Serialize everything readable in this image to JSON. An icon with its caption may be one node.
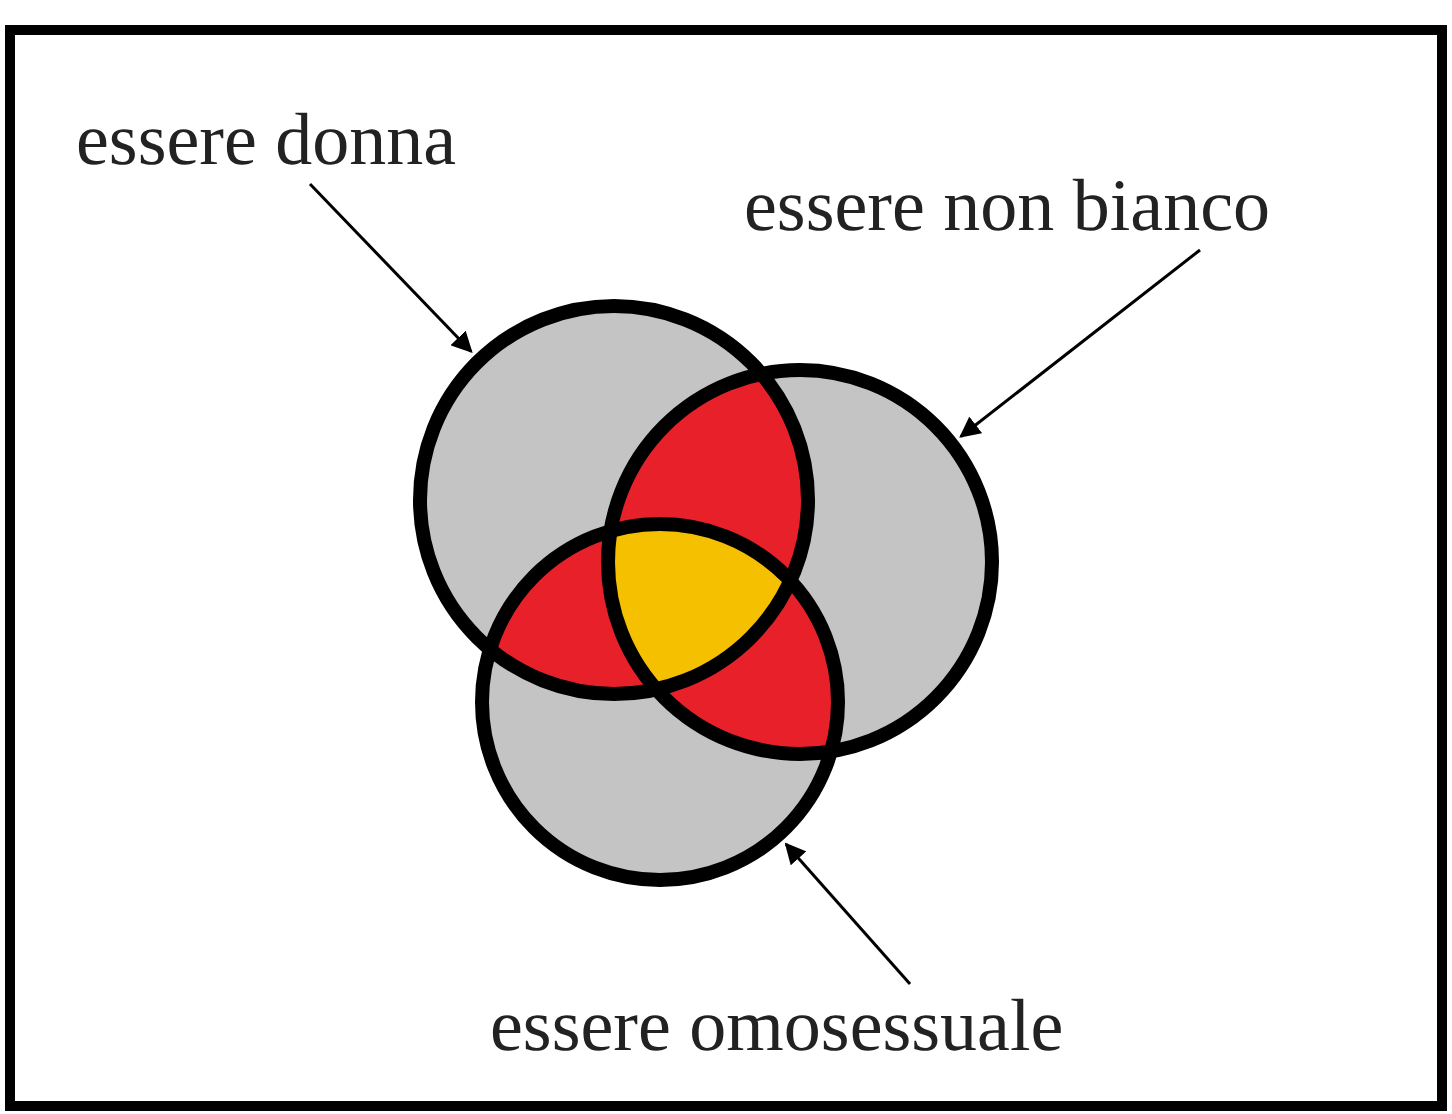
{
  "diagram": {
    "nodes": [
      {
        "text": [
          "essere donna"
        ]
      },
      {
        "text": [
          "essere non bianco"
        ]
      },
      {
        "text": [
          "essere omosessuale"
        ]
      },
      {
        "text": [],
        "shape": "circle"
      },
      {
        "text": [],
        "shape": "circle"
      },
      {
        "text": [],
        "shape": "circle"
      }
    ],
    "edges": [
      {
        "from": 0,
        "to": 3,
        "arrow": "to"
      },
      {
        "from": 1,
        "to": 4,
        "arrow": "to"
      },
      {
        "from": 2,
        "to": 5,
        "arrow": "to"
      }
    ]
  }
}
